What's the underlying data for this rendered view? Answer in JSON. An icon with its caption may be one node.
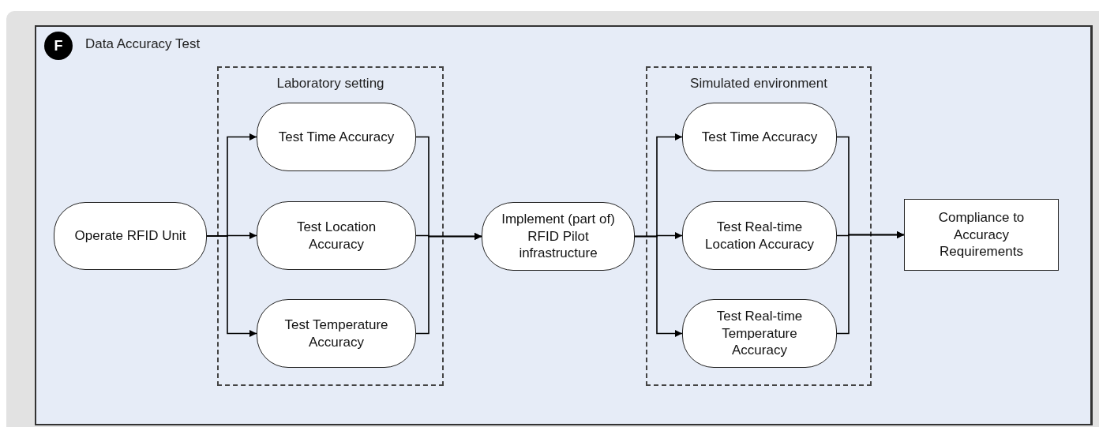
{
  "diagram": {
    "nodes": [
      {
        "text": [
          "Data Accuracy Test"
        ]
      },
      {
        "text": [
          "F"
        ],
        "in": 0
      },
      {
        "text": [
          "Operate RFID Unit"
        ],
        "in": 0
      },
      {
        "text": [
          "Laboratory setting"
        ],
        "in": 0
      },
      {
        "text": [
          "Test Time Accuracy"
        ],
        "in": 3
      },
      {
        "text": [
          "Test Location Accuracy"
        ],
        "in": 3
      },
      {
        "text": [
          "Test Temperature Accuracy"
        ],
        "in": 3
      },
      {
        "text": [
          "Implement (part of) RFID Pilot infrastructure"
        ],
        "in": 0
      },
      {
        "text": [
          "Simulated environment"
        ],
        "in": 0
      },
      {
        "text": [
          "Test Time Accuracy"
        ],
        "in": 8
      },
      {
        "text": [
          "Test Real-time Location Accuracy"
        ],
        "in": 8
      },
      {
        "text": [
          "Test Real-time Temperature Accuracy"
        ],
        "in": 8
      },
      {
        "text": [
          "Compliance to Accuracy Requirements"
        ],
        "in": 0
      }
    ],
    "edges": [
      {
        "from": 2,
        "to": 4,
        "arrow": "to"
      },
      {
        "from": 2,
        "to": 5,
        "arrow": "to"
      },
      {
        "from": 2,
        "to": 6,
        "arrow": "to"
      },
      {
        "from": 4,
        "to": 7,
        "arrow": "to"
      },
      {
        "from": 5,
        "to": 7,
        "arrow": "to"
      },
      {
        "from": 6,
        "to": 7,
        "arrow": "to"
      },
      {
        "from": 7,
        "to": 9,
        "arrow": "to"
      },
      {
        "from": 7,
        "to": 10,
        "arrow": "to"
      },
      {
        "from": 7,
        "to": 11,
        "arrow": "to"
      },
      {
        "from": 9,
        "to": 12,
        "arrow": "to"
      },
      {
        "from": 10,
        "to": 12,
        "arrow": "to"
      },
      {
        "from": 11,
        "to": 12,
        "arrow": "to"
      }
    ]
  }
}
